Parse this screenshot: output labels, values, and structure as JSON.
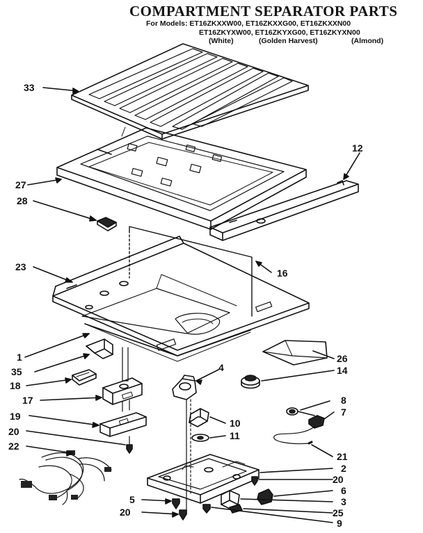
{
  "title": "COMPARTMENT SEPARATOR PARTS",
  "models": {
    "line1": "For Models: ET16ZKXXW00, ET16ZKXXG00, ET16ZKXXN00",
    "line2": "ET16ZKYXW00, ET16ZKYXG00, ET16ZKYXN00"
  },
  "colors": {
    "white": "(White)",
    "golden": "(Golden Harvest)",
    "almond": "(Almond)"
  },
  "callouts": {
    "c33": "33",
    "c12": "12",
    "c27": "27",
    "c28": "28",
    "c23": "23",
    "c16": "16",
    "c1": "1",
    "c35": "35",
    "c26": "26",
    "c4": "4",
    "c14": "14",
    "c18": "18",
    "c17": "17",
    "c8": "8",
    "c7": "7",
    "c19": "19",
    "c10": "10",
    "c20a": "20",
    "c11": "11",
    "c22": "22",
    "c21": "21",
    "c2": "2",
    "c20b": "20",
    "c6": "6",
    "c5": "5",
    "c3": "3",
    "c25": "25",
    "c20c": "20",
    "c9": "9"
  }
}
